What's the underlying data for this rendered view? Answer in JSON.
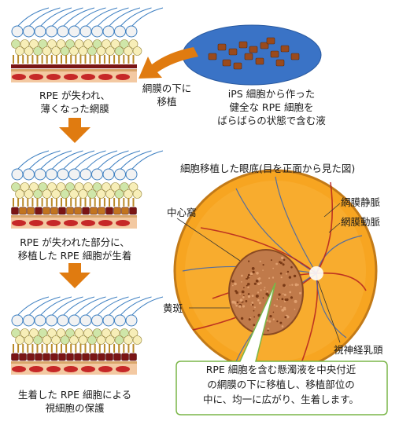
{
  "colors": {
    "photoreceptor": "#3d7fc1",
    "rod_fill": "#f2f2f2",
    "cone_fill": "#f7eeb8",
    "cone_green": "#cfe6a9",
    "rpe": "#7a1515",
    "rpe_graft": "#c1741f",
    "bruch": "#d9a56a",
    "choroid": "#f3c9a2",
    "blood": "#c62828",
    "arrow": "#e07b10",
    "suspension": "#3a73c6",
    "graft_cell": "#9a4a1c",
    "fundus": "#f7a521",
    "fundus_rim": "#c27a18",
    "vessel": "#b41e1e",
    "callout_border": "#7ab648"
  },
  "labels": {
    "step1": [
      "RPE が失われ、",
      "薄くなった網膜"
    ],
    "transplant": [
      "網膜の下に",
      "移植"
    ],
    "suspension": [
      "iPS 細胞から作った",
      "健全な RPE 細胞を",
      "ばらばらの状態で含む液"
    ],
    "step2": [
      "RPE が失われた部分に、",
      "移植した RPE 細胞が生着"
    ],
    "step3": [
      "生着した RPE 細胞による",
      "視細胞の保護"
    ],
    "fundus_title": "細胞移植した眼底(目を正面から見た図)",
    "fovea": "中心窩",
    "retinal_vein": "網膜静脈",
    "retinal_artery": "網膜動脈",
    "macula": "黄斑",
    "optic_disc": "視神経乳頭",
    "callout": [
      "RPE 細胞を含む懸濁液を中央付近",
      "の網膜の下に移植し、移植部位の",
      "中に、均一に広がり、生着します。"
    ]
  }
}
